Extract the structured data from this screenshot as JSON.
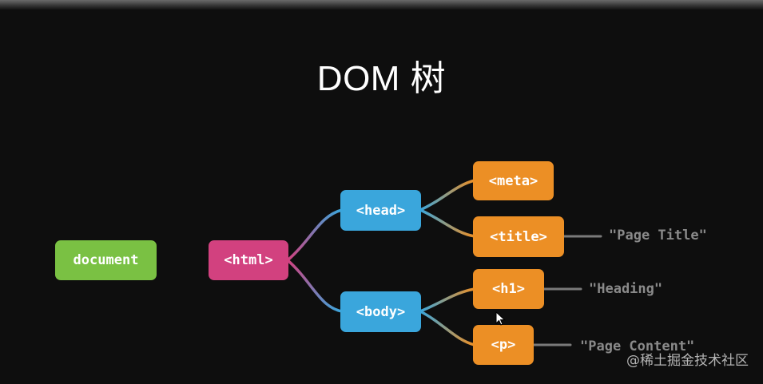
{
  "title": "DOM 树",
  "nodes": {
    "document": "document",
    "html": "<html>",
    "head": "<head>",
    "body": "<body>",
    "meta": "<meta>",
    "title_tag": "<title>",
    "h1": "<h1>",
    "p": "<p>"
  },
  "text_nodes": {
    "page_title": "\"Page Title\"",
    "heading": "\"Heading\"",
    "page_content": "\"Page Content\""
  },
  "colors": {
    "document": "#7ac143",
    "html": "#d2417f",
    "head_body": "#3aa6dc",
    "leaf": "#ec8f25",
    "text": "#8a8a8a"
  },
  "watermark": "@稀土掘金技术社区",
  "icons": {
    "cursor": "mouse-pointer-icon"
  }
}
